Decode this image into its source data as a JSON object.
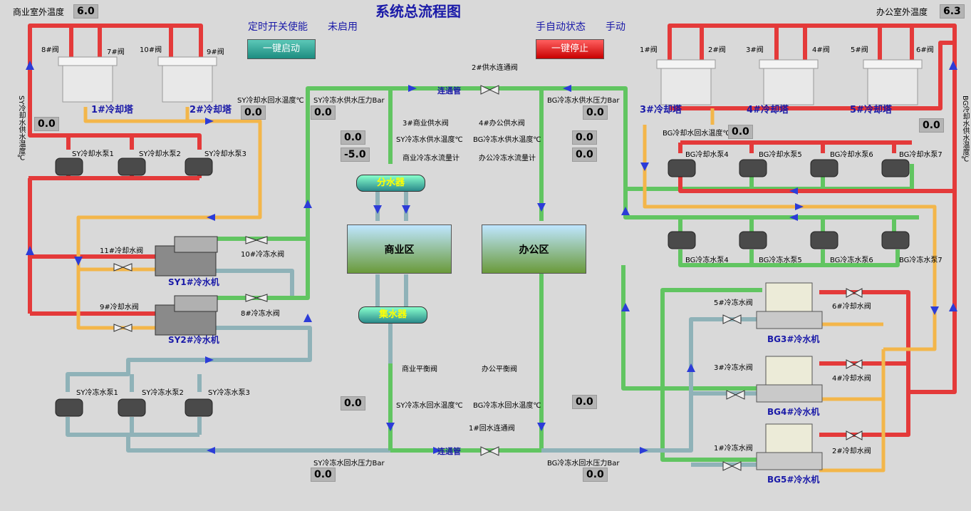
{
  "header": {
    "title": "系统总流程图",
    "commercial_outdoor_label": "商业室外温度",
    "commercial_outdoor_value": "6.0",
    "office_outdoor_label": "办公室外温度",
    "office_outdoor_value": "6.3",
    "timer_label": "定时开关使能",
    "timer_value": "未启用",
    "mode_label": "手自动状态",
    "mode_value": "手动",
    "start_button": "一键启动",
    "stop_button": "一键停止"
  },
  "sy": {
    "towers": [
      "1#冷却塔",
      "2#冷却塔"
    ],
    "tower_valves": [
      "8#阀",
      "7#阀",
      "10#阀",
      "9#阀"
    ],
    "cooling_return_temp_vertical": "SY冷却水供水温度℃",
    "cooling_supply_temp_value": "0.0",
    "cooling_return_temp_label": "SY冷却水回水温度℃",
    "cooling_return_temp_value": "0.0",
    "cooling_pumps": [
      "SY冷却水泵1",
      "SY冷却水泵2",
      "SY冷却水泵3"
    ],
    "chillers": [
      "SY1#冷水机",
      "SY2#冷水机"
    ],
    "cooling_valves": [
      "11#冷却水阀",
      "9#冷却水阀"
    ],
    "chilled_valves": [
      "10#冷冻水阀",
      "8#冷冻水阀"
    ],
    "chilled_pumps": [
      "SY冷冻水泵1",
      "SY冷冻水泵2",
      "SY冷冻水泵3"
    ],
    "supply_pressure_label": "SY冷冻水供水压力Bar",
    "supply_pressure_value": "0.0",
    "supply_temp_label": "SY冷冻水供水温度℃",
    "supply_temp_value": "0.0",
    "flow_label": "商业冷冻水流量计",
    "flow_value": "-5.0",
    "supply_valve": "3#商业供水阀",
    "balance_valve": "商业平衡阀",
    "return_temp_label": "SY冷冻水回水温度℃",
    "return_temp_value": "0.0",
    "return_pressure_label": "SY冷冻水回水压力Bar",
    "return_pressure_value": "0.0"
  },
  "bg": {
    "towers": [
      "3#冷却塔",
      "4#冷却塔",
      "5#冷却塔"
    ],
    "tower_valves": [
      "1#阀",
      "2#阀",
      "3#阀",
      "4#阀",
      "5#阀",
      "6#阀"
    ],
    "cooling_supply_temp_vertical": "BG冷却水供水温度℃",
    "cooling_supply_temp_value": "0.0",
    "cooling_return_temp_label": "BG冷却水回水温度℃",
    "cooling_return_temp_value": "0.0",
    "cooling_pumps": [
      "BG冷却水泵4",
      "BG冷却水泵5",
      "BG冷却水泵6",
      "BG冷却水泵7"
    ],
    "chilled_pumps": [
      "BG冷冻水泵4",
      "BG冷冻水泵5",
      "BG冷冻水泵6",
      "BG冷冻水泵7"
    ],
    "chillers": [
      "BG3#冷水机",
      "BG4#冷水机",
      "BG5#冷水机"
    ],
    "chilled_valves_left": [
      "5#冷冻水阀",
      "3#冷冻水阀",
      "1#冷冻水阀"
    ],
    "chilled_valves_right": [
      "6#冷却水阀",
      "4#冷却水阀",
      "2#冷却水阀"
    ],
    "supply_pressure_label": "BG冷冻水供水压力Bar",
    "supply_pressure_value": "0.0",
    "supply_temp_label": "BG冷冻水供水温度℃",
    "supply_temp_value": "0.0",
    "flow_label": "办公冷冻水流量计",
    "flow_value": "0.0",
    "supply_valve": "4#办公供水阀",
    "balance_valve": "办公平衡阀",
    "return_temp_label": "BG冷冻水回水温度℃",
    "return_temp_value": "0.0",
    "return_pressure_label": "BG冷冻水回水压力Bar",
    "return_pressure_value": "0.0"
  },
  "center": {
    "supply_link_valve": "2#供水连通阀",
    "return_link_valve": "1#回水连通阀",
    "link_pipe_top": "连通管",
    "link_pipe_bottom": "连通管",
    "distributor": "分水器",
    "collector": "集水器",
    "zone_commercial": "商业区",
    "zone_office": "办公区"
  }
}
